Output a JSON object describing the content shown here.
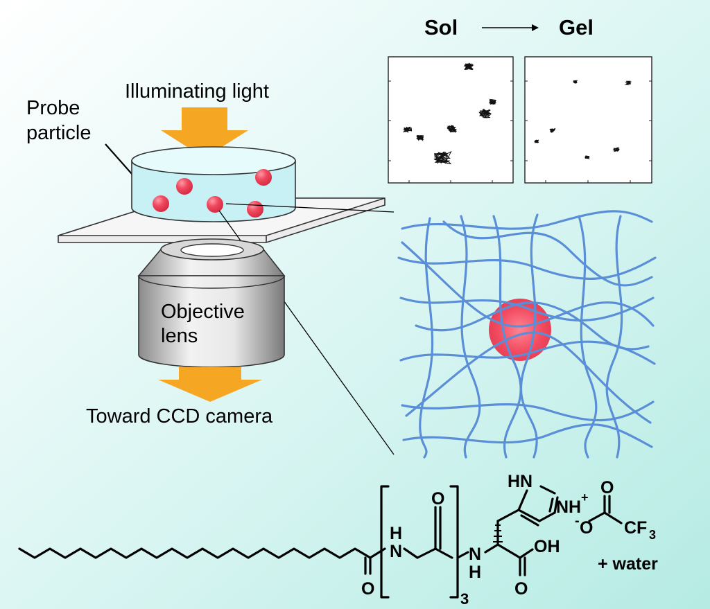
{
  "header": {
    "sol_label": "Sol",
    "gel_label": "Gel"
  },
  "microscope": {
    "illuminating_label": "Illuminating light",
    "probe_label_line1": "Probe",
    "probe_label_line2": "particle",
    "objective_label_line1": "Objective",
    "objective_label_line2": "lens",
    "camera_label": "Toward CCD camera"
  },
  "molecule": {
    "imidazole_nh": "HN",
    "imidazole_nh_plus": "NH",
    "charge_plus": "+",
    "amide_h": "H",
    "amide_n": "N",
    "carbonyl_o": "O",
    "repeat_subscript": "3",
    "second_n": "N",
    "second_h": "H",
    "acid_oh": "OH",
    "acid_o": "O",
    "tfa_o": "O",
    "tfa_minus": "-",
    "tfa_o2": "O",
    "tfa_cf": "CF",
    "tfa_sub": "3",
    "water_label": "+  water"
  },
  "colors": {
    "arrow": "#f5a623",
    "particle": "#e8384f",
    "fiber": "#5a8fd8",
    "dish": "#c8f1f5",
    "background_start": "#ffffff",
    "background_end": "#b5ebe3"
  }
}
